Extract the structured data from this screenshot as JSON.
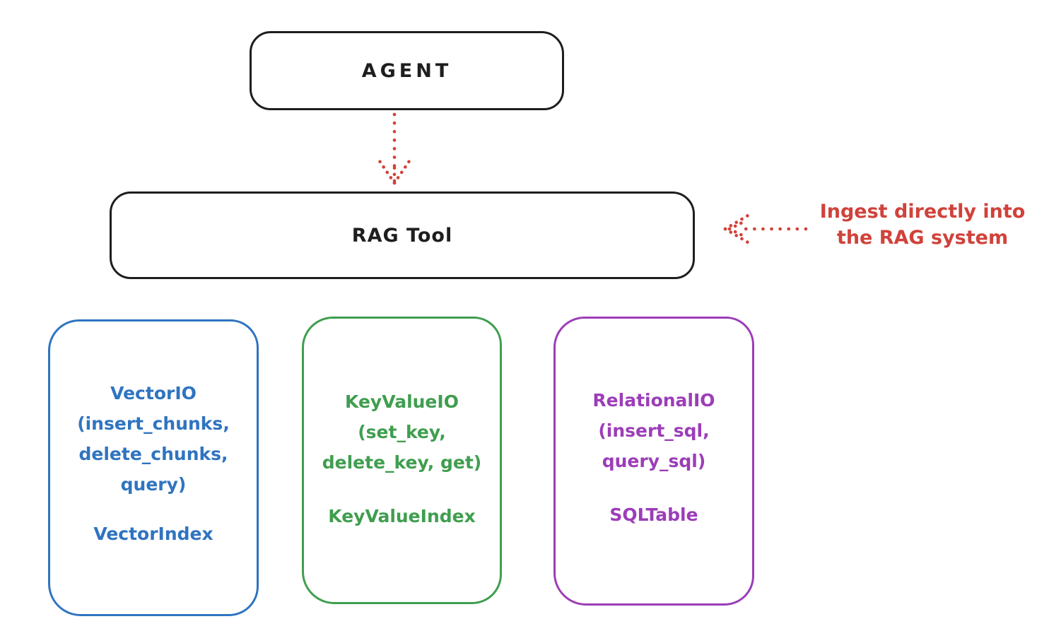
{
  "diagram": {
    "background": "#ffffff",
    "nodes": {
      "agent": {
        "label": "AGENT",
        "stroke": "#1e1e1e"
      },
      "rag_tool": {
        "label": "RAG Tool",
        "stroke": "#1e1e1e"
      }
    },
    "annotation": {
      "line1": "Ingest directly into",
      "line2": "the RAG system",
      "color": "#d0423a"
    },
    "arrows": {
      "agent_to_rag": {
        "style": "dotted",
        "direction": "down",
        "color": "#d0423a"
      },
      "ingest_into_rag": {
        "style": "dotted",
        "direction": "left",
        "color": "#d0423a"
      }
    },
    "stores": [
      {
        "name": "vector-io",
        "color": "#2f74c0",
        "lines": [
          "VectorIO",
          "(insert_chunks,",
          "delete_chunks,",
          "query)"
        ],
        "index_label": "VectorIndex"
      },
      {
        "name": "keyvalue-io",
        "color": "#3f9e4f",
        "lines": [
          "KeyValueIO",
          "(set_key,",
          "delete_key, get)"
        ],
        "index_label": "KeyValueIndex"
      },
      {
        "name": "relational-io",
        "color": "#9c3db8",
        "lines": [
          "RelationalIO",
          "(insert_sql,",
          "query_sql)"
        ],
        "index_label": "SQLTable"
      }
    ]
  }
}
